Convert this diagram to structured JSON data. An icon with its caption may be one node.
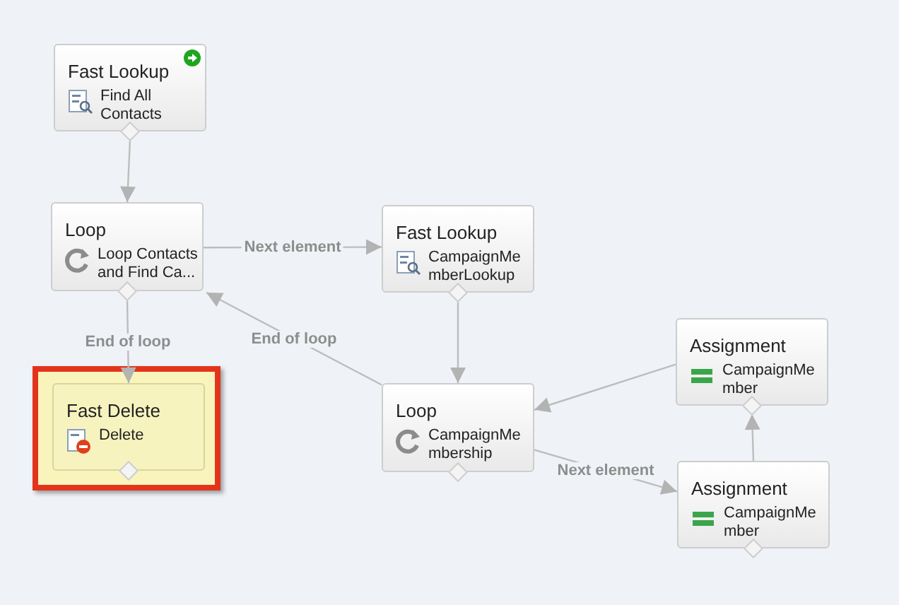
{
  "diagram": {
    "nodes": [
      {
        "text": [
          "Fast Lookup",
          "Find All Contacts"
        ]
      },
      {
        "text": [
          "Loop",
          "Loop Contacts and Find Ca..."
        ]
      },
      {
        "text": [
          "Fast Lookup",
          "CampaignMemberLookup"
        ]
      },
      {
        "text": [
          "Fast Delete",
          "Delete"
        ]
      },
      {
        "text": [
          "Loop",
          "CampaignMembership"
        ]
      },
      {
        "text": [
          "Assignment",
          "CampaignMember"
        ]
      },
      {
        "text": [
          "Assignment",
          "CampaignMember"
        ]
      }
    ],
    "edges": [
      {
        "from": 0,
        "to": 1,
        "arrow": "to"
      },
      {
        "from": 1,
        "to": 2,
        "arrow": "to",
        "label": "Next element"
      },
      {
        "from": 1,
        "to": 3,
        "arrow": "to",
        "label": "End of loop"
      },
      {
        "from": 4,
        "to": 1,
        "arrow": "to",
        "label": "End of loop"
      },
      {
        "from": 2,
        "to": 4,
        "arrow": "to"
      },
      {
        "from": 5,
        "to": 4,
        "arrow": "to"
      },
      {
        "from": 4,
        "to": 6,
        "arrow": "to",
        "label": "Next element"
      },
      {
        "from": 6,
        "to": 5,
        "arrow": "to"
      }
    ]
  }
}
